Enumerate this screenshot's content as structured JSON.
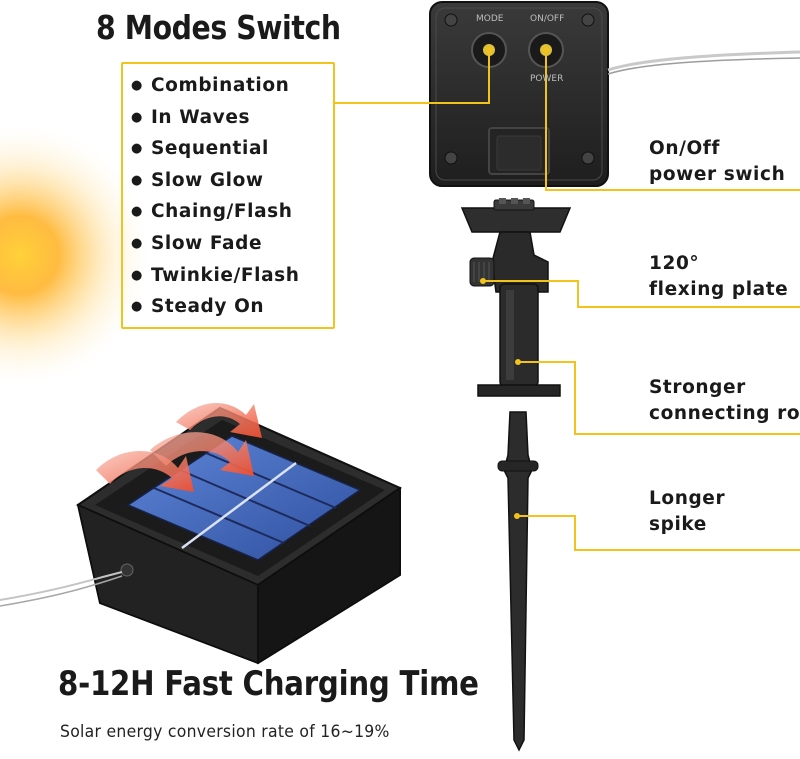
{
  "header": {
    "title": "8 Modes Switch"
  },
  "modes": {
    "items": [
      "Combination",
      "In Waves",
      "Sequential",
      "Slow Glow",
      "Chaing/Flash",
      "Slow Fade",
      "Twinkie/Flash",
      "Steady On"
    ]
  },
  "control_box": {
    "mode_label": "MODE",
    "onoff_label": "ON/OFF",
    "power_label": "POWER"
  },
  "callouts": {
    "power": {
      "line1": "On/Off",
      "line2": "power swich"
    },
    "plate": {
      "line1": "120°",
      "line2": "flexing plate"
    },
    "rod": {
      "line1": "Stronger",
      "line2": "connecting rod"
    },
    "spike": {
      "line1": "Longer",
      "line2": "spike"
    }
  },
  "charging": {
    "title": "8-12H Fast Charging Time",
    "subtitle": "Solar energy conversion rate of 16~19%"
  },
  "colors": {
    "accent": "#f2c31d",
    "text": "#1a1a1a",
    "device": "#2b2b2b",
    "arrow": "#f05a3c",
    "panel": "#3b63b8"
  }
}
